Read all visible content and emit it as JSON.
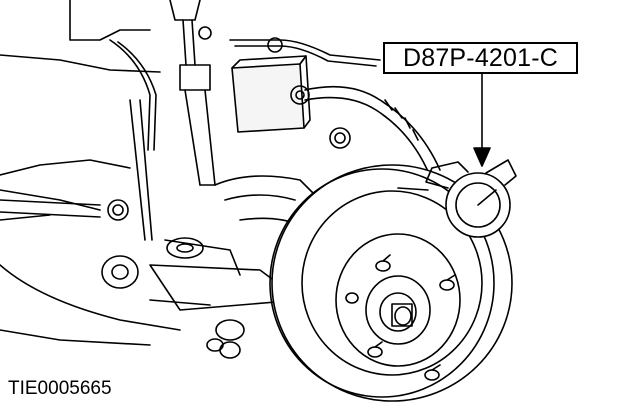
{
  "callout": {
    "tool_number": "D87P-4201-C"
  },
  "figure": {
    "id": "TIE0005665"
  },
  "colors": {
    "line": "#000000",
    "background": "#ffffff"
  },
  "parts": [
    "shock-absorber",
    "stabilizer-link",
    "lower-arm",
    "brake-caliper",
    "brake-rotor",
    "wheel-hub",
    "wheel-studs",
    "dial-indicator-gauge",
    "magnetic-base"
  ]
}
